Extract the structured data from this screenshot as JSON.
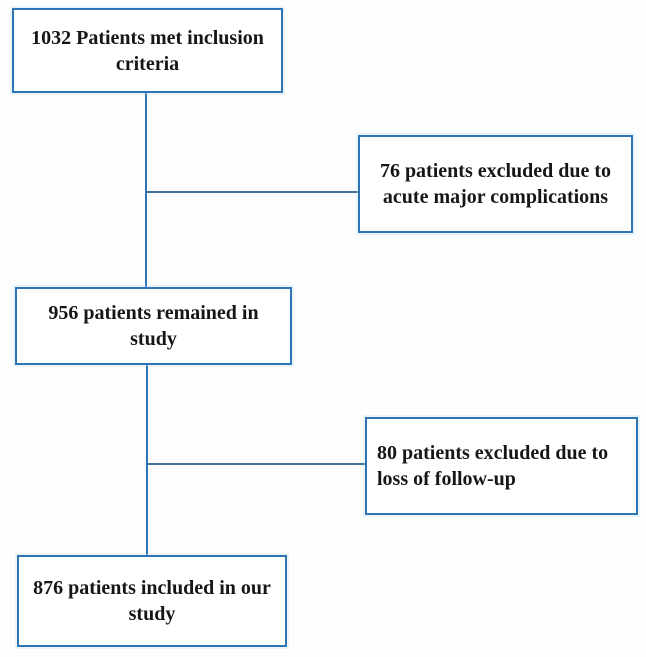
{
  "diagram": {
    "type": "flowchart",
    "colors": {
      "box_border": "#2e75b6",
      "vertical_line": "#2e75b6",
      "horizontal_line": "#41719c",
      "text": "#161616",
      "background": "#ffffff"
    },
    "nodes": [
      {
        "id": "inclusion",
        "text": "1032 Patients met inclusion criteria",
        "count": 1032
      },
      {
        "id": "excluded-complications",
        "text": "76 patients excluded due to acute major complications",
        "count": 76
      },
      {
        "id": "remained",
        "text": "956 patients remained in study",
        "count": 956
      },
      {
        "id": "excluded-followup",
        "text": "80 patients excluded due to loss of follow-up",
        "count": 80
      },
      {
        "id": "included",
        "text": "876 patients included in our study",
        "count": 876
      }
    ],
    "edges": [
      {
        "from": "inclusion",
        "to": "remained"
      },
      {
        "from": "inclusion",
        "to": "excluded-complications"
      },
      {
        "from": "remained",
        "to": "included"
      },
      {
        "from": "remained",
        "to": "excluded-followup"
      }
    ]
  }
}
